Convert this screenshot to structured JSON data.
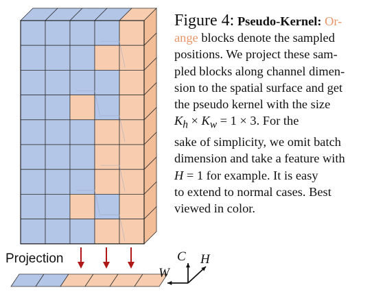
{
  "figure": {
    "projection_label": "Projection",
    "axes": {
      "c": "C",
      "h": "H",
      "w": "W"
    },
    "colors": {
      "blue_block": "#b3c6e7",
      "orange_block": "#f8cdaf",
      "edge": "#333333",
      "arrow": "#b01818"
    },
    "grid": {
      "rows": 9,
      "columns": 5
    },
    "projected_row": [
      "blue",
      "blue",
      "orange",
      "orange",
      "orange",
      "orange"
    ]
  },
  "caption": {
    "label": "Figure 4:",
    "title": "Pseudo-Kernel:",
    "orange_word_part1": "Or-",
    "line1_rest": "",
    "orange_word_part2": "ange",
    "line2_rest": " blocks denote the sampled",
    "line3": "positions.  We project these sam-",
    "line4": "pled blocks along channel dimen-",
    "line5": "sion to the spatial surface and get",
    "line6": "the pseudo kernel with the size",
    "line7_math": "K",
    "line7_sub1": "h",
    "line7_mid": " × ",
    "line7_math2": "K",
    "line7_sub2": "w",
    "line7_rest": " = 1 × 3.  For the",
    "line8": "sake of simplicity, we omit batch",
    "line9": "dimension and take a feature with",
    "line10_math": "H",
    "line10_rest": " = 1 for example.  It is easy",
    "line11": "to extend to normal cases.  Best",
    "line12": "viewed in color."
  }
}
